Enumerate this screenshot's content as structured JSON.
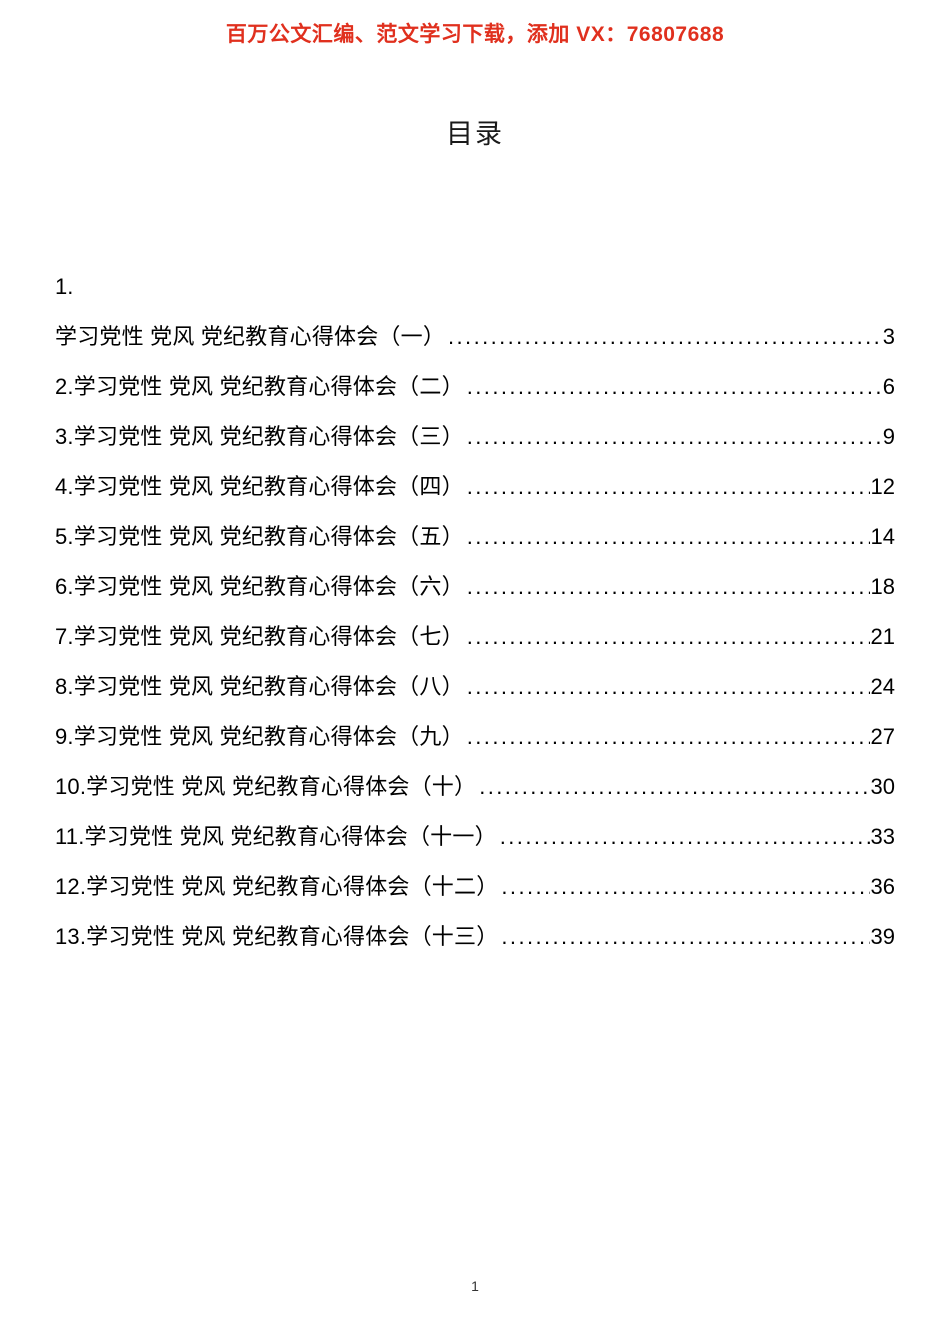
{
  "header": {
    "promo_text": "百万公文汇编、范文学习下载，添加 VX：76807688",
    "promo_color": "#e0301e"
  },
  "document": {
    "title": "目录"
  },
  "toc": {
    "leader_char": ".",
    "entries": [
      {
        "number": "1.",
        "title": "学习党性 党风 党纪教育心得体会（一）",
        "page": "3",
        "wrapped": true
      },
      {
        "number": "2.",
        "title": "学习党性 党风 党纪教育心得体会（二）",
        "page": "6",
        "wrapped": false
      },
      {
        "number": "3.",
        "title": "学习党性 党风 党纪教育心得体会（三）",
        "page": "9",
        "wrapped": false
      },
      {
        "number": "4.",
        "title": "学习党性 党风 党纪教育心得体会（四）",
        "page": "12",
        "wrapped": false
      },
      {
        "number": "5.",
        "title": "学习党性 党风 党纪教育心得体会（五）",
        "page": "14",
        "wrapped": false
      },
      {
        "number": "6.",
        "title": "学习党性 党风 党纪教育心得体会（六）",
        "page": "18",
        "wrapped": false
      },
      {
        "number": "7.",
        "title": "学习党性 党风 党纪教育心得体会（七）",
        "page": "21",
        "wrapped": false
      },
      {
        "number": "8.",
        "title": "学习党性 党风 党纪教育心得体会（八）",
        "page": "24",
        "wrapped": false
      },
      {
        "number": "9.",
        "title": "学习党性 党风 党纪教育心得体会（九）",
        "page": "27",
        "wrapped": false
      },
      {
        "number": "10.",
        "title": "学习党性 党风 党纪教育心得体会（十）",
        "page": "30",
        "wrapped": false
      },
      {
        "number": "11.",
        "title": "学习党性 党风 党纪教育心得体会（十一）",
        "page": "33",
        "wrapped": false
      },
      {
        "number": "12.",
        "title": "学习党性 党风 党纪教育心得体会（十二）",
        "page": "36",
        "wrapped": false
      },
      {
        "number": "13.",
        "title": "学习党性 党风 党纪教育心得体会（十三）",
        "page": "39",
        "wrapped": false
      }
    ]
  },
  "footer": {
    "page_number": "1"
  }
}
